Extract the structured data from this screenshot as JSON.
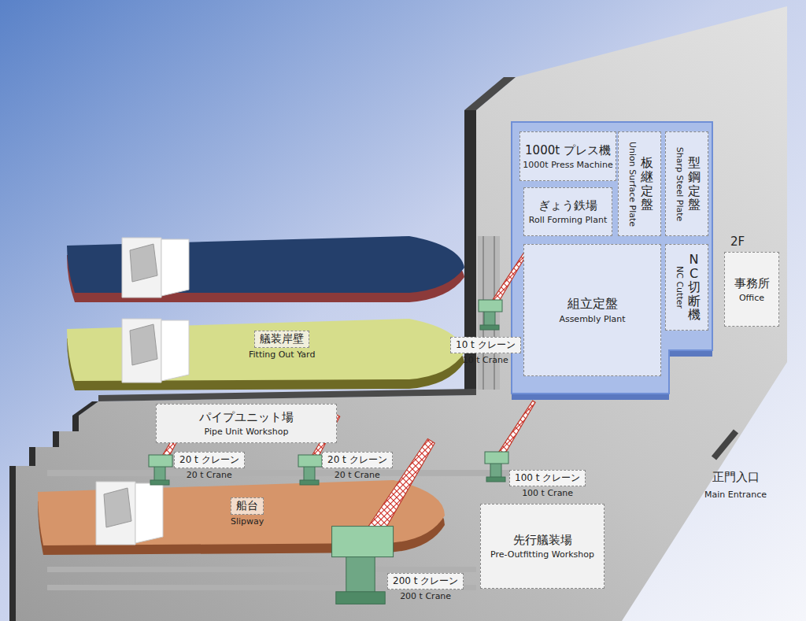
{
  "diagram": {
    "nodes": [
      {
        "text": [
          "1000t プレス機",
          "1000t Press Machine"
        ]
      },
      {
        "text": [
          "ぎょう鉄場",
          "Roll Forming Plant"
        ]
      },
      {
        "text": [
          "板継定盤",
          "Union Surface Plate"
        ]
      },
      {
        "text": [
          "型鋼定盤",
          "Sharp Steel Plate"
        ]
      },
      {
        "text": [
          "組立定盤",
          "Assembly Plant"
        ]
      },
      {
        "text": [
          "NC切断機",
          "NC Cutter"
        ]
      },
      {
        "text": [
          "2F",
          "事務所",
          "Office"
        ]
      },
      {
        "text": [
          "艤装岸壁",
          "Fitting Out Yard"
        ]
      },
      {
        "text": [
          "10 t クレーン",
          "10 t Crane"
        ]
      },
      {
        "text": [
          "パイプユニット場",
          "Pipe Unit Workshop"
        ]
      },
      {
        "text": [
          "20 t クレーン",
          "20 t Crane"
        ]
      },
      {
        "text": [
          "20 t クレーン",
          "20 t Crane"
        ]
      },
      {
        "text": [
          "100 t クレーン",
          "100 t Crane"
        ]
      },
      {
        "text": [
          "船台",
          "Slipway"
        ]
      },
      {
        "text": [
          "先行艤装場",
          "Pre-Outfitting Workshop"
        ]
      },
      {
        "text": [
          "200 t クレーン",
          "200 t Crane"
        ]
      }
    ],
    "labels": [
      "正門入口",
      "Main Entrance"
    ]
  }
}
